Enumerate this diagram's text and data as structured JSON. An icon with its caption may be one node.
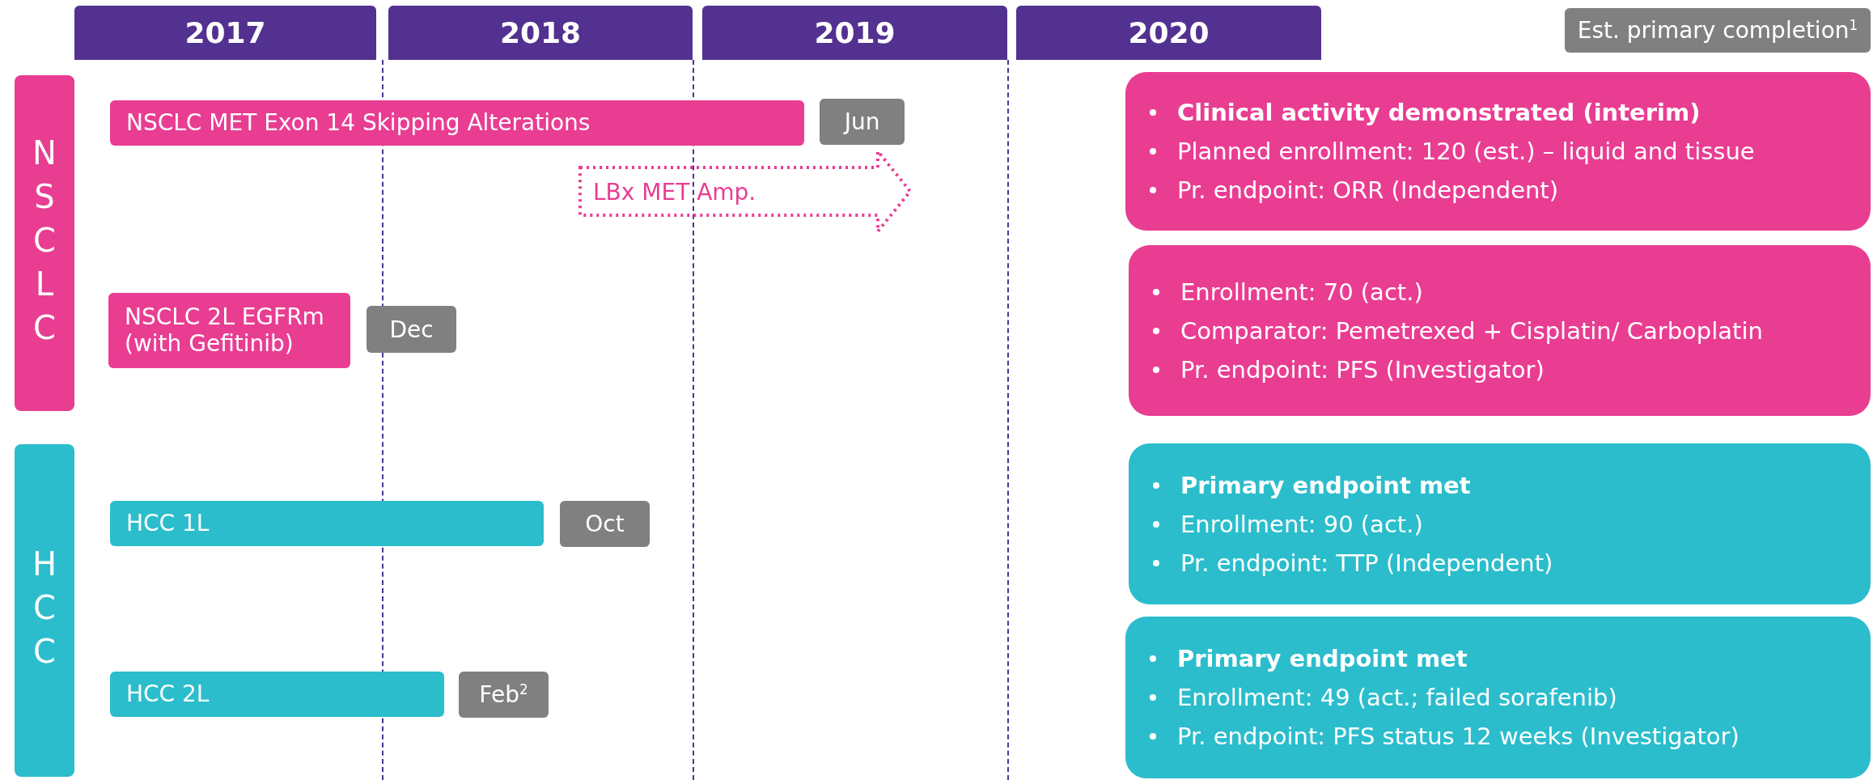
{
  "diagram": {
    "nodes": [
      {
        "text": [
          "2017"
        ]
      },
      {
        "text": [
          "2018"
        ]
      },
      {
        "text": [
          "2019"
        ]
      },
      {
        "text": [
          "2020"
        ]
      },
      {
        "text": [
          "Est. primary completion$^{1}$"
        ]
      },
      {
        "text": [
          "NSCLC"
        ]
      },
      {
        "text": [
          "NSCLC MET Exon 14 Skipping Alterations"
        ]
      },
      {
        "text": [
          "Jun"
        ]
      },
      {
        "text": [
          "LBx MET Amp."
        ]
      },
      {
        "text": [
          "Clinical activity demonstrated (interim)",
          "Planned enrollment: 120 (est.) – liquid and tissue",
          "Pr. endpoint: ORR (Independent)"
        ]
      },
      {
        "text": [
          "NSCLC 2L EGFRm (with Gefitinib)"
        ]
      },
      {
        "text": [
          "Dec"
        ]
      },
      {
        "text": [
          "Enrollment: 70 (act.)",
          "Comparator: Pemetrexed + Cisplatin/ Carboplatin",
          "Pr. endpoint: PFS (Investigator)"
        ]
      },
      {
        "text": [
          "HCC"
        ]
      },
      {
        "text": [
          "HCC 1L"
        ]
      },
      {
        "text": [
          "Oct"
        ]
      },
      {
        "text": [
          "Primary endpoint met",
          "Enrollment: 90 (act.)",
          "Pr. endpoint: TTP (Independent)"
        ]
      },
      {
        "text": [
          "HCC 2L"
        ]
      },
      {
        "text": [
          "Feb$^{2}$"
        ]
      },
      {
        "text": [
          "Primary endpoint met",
          "Enrollment: 49 (act.; failed sorafenib)",
          "Pr. endpoint: PFS status 12 weeks (Investigator)"
        ]
      }
    ]
  }
}
